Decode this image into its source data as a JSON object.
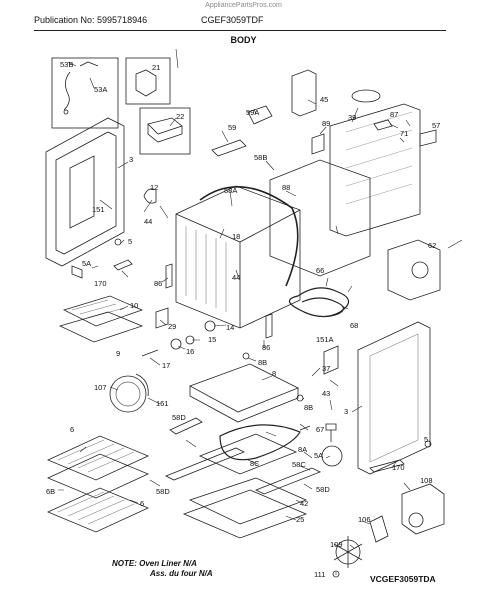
{
  "header": {
    "publication": "Publication No: 5995718946",
    "model": "CGEF3059TDF",
    "watermark": "AppliancePartsPros.com"
  },
  "section_title": "BODY",
  "callouts": {
    "c53B": "53B",
    "c21": "21",
    "c53A": "53A",
    "c22": "22",
    "c3a": "3",
    "c151": "151",
    "c12": "12",
    "c44a": "44",
    "c58A": "58A",
    "c18": "18",
    "c5a": "5",
    "c5A_left": "5A",
    "c170a": "170",
    "c86a": "86",
    "c44b": "44",
    "c10": "10",
    "c29": "29",
    "c14": "14",
    "c15": "15",
    "c16": "16",
    "c9": "9",
    "c17": "17",
    "c86b": "86",
    "c8B_top": "8B",
    "c107": "107",
    "c161": "161",
    "c8": "8",
    "c8B_mid": "8B",
    "c3b": "3",
    "c37": "37",
    "c151A": "151A",
    "c68": "68",
    "c66": "66",
    "c62": "62",
    "c45": "45",
    "c59A": "59A",
    "c59": "59",
    "c89": "89",
    "c39": "39",
    "c87": "87",
    "c57": "57",
    "c71": "71",
    "c58B": "58B",
    "c88": "88",
    "c58D_top": "58D",
    "c67": "67",
    "c8A": "8A",
    "c8C": "8C",
    "c58C": "58C",
    "c6a": "6",
    "c6B": "6B",
    "c6b": "6",
    "c58D_bottom": "58D",
    "c58D_right": "58D",
    "c42": "42",
    "c25": "25",
    "c43": "43",
    "c5A_right": "5A",
    "c170b": "170",
    "c108": "108",
    "c106": "106",
    "c109": "109",
    "c111": "111",
    "c5b": "5"
  },
  "note": {
    "line1": "NOTE: Oven Liner N/A",
    "line2": "Ass. du four N/A"
  },
  "diagram_code": "VCGEF3059TDA"
}
